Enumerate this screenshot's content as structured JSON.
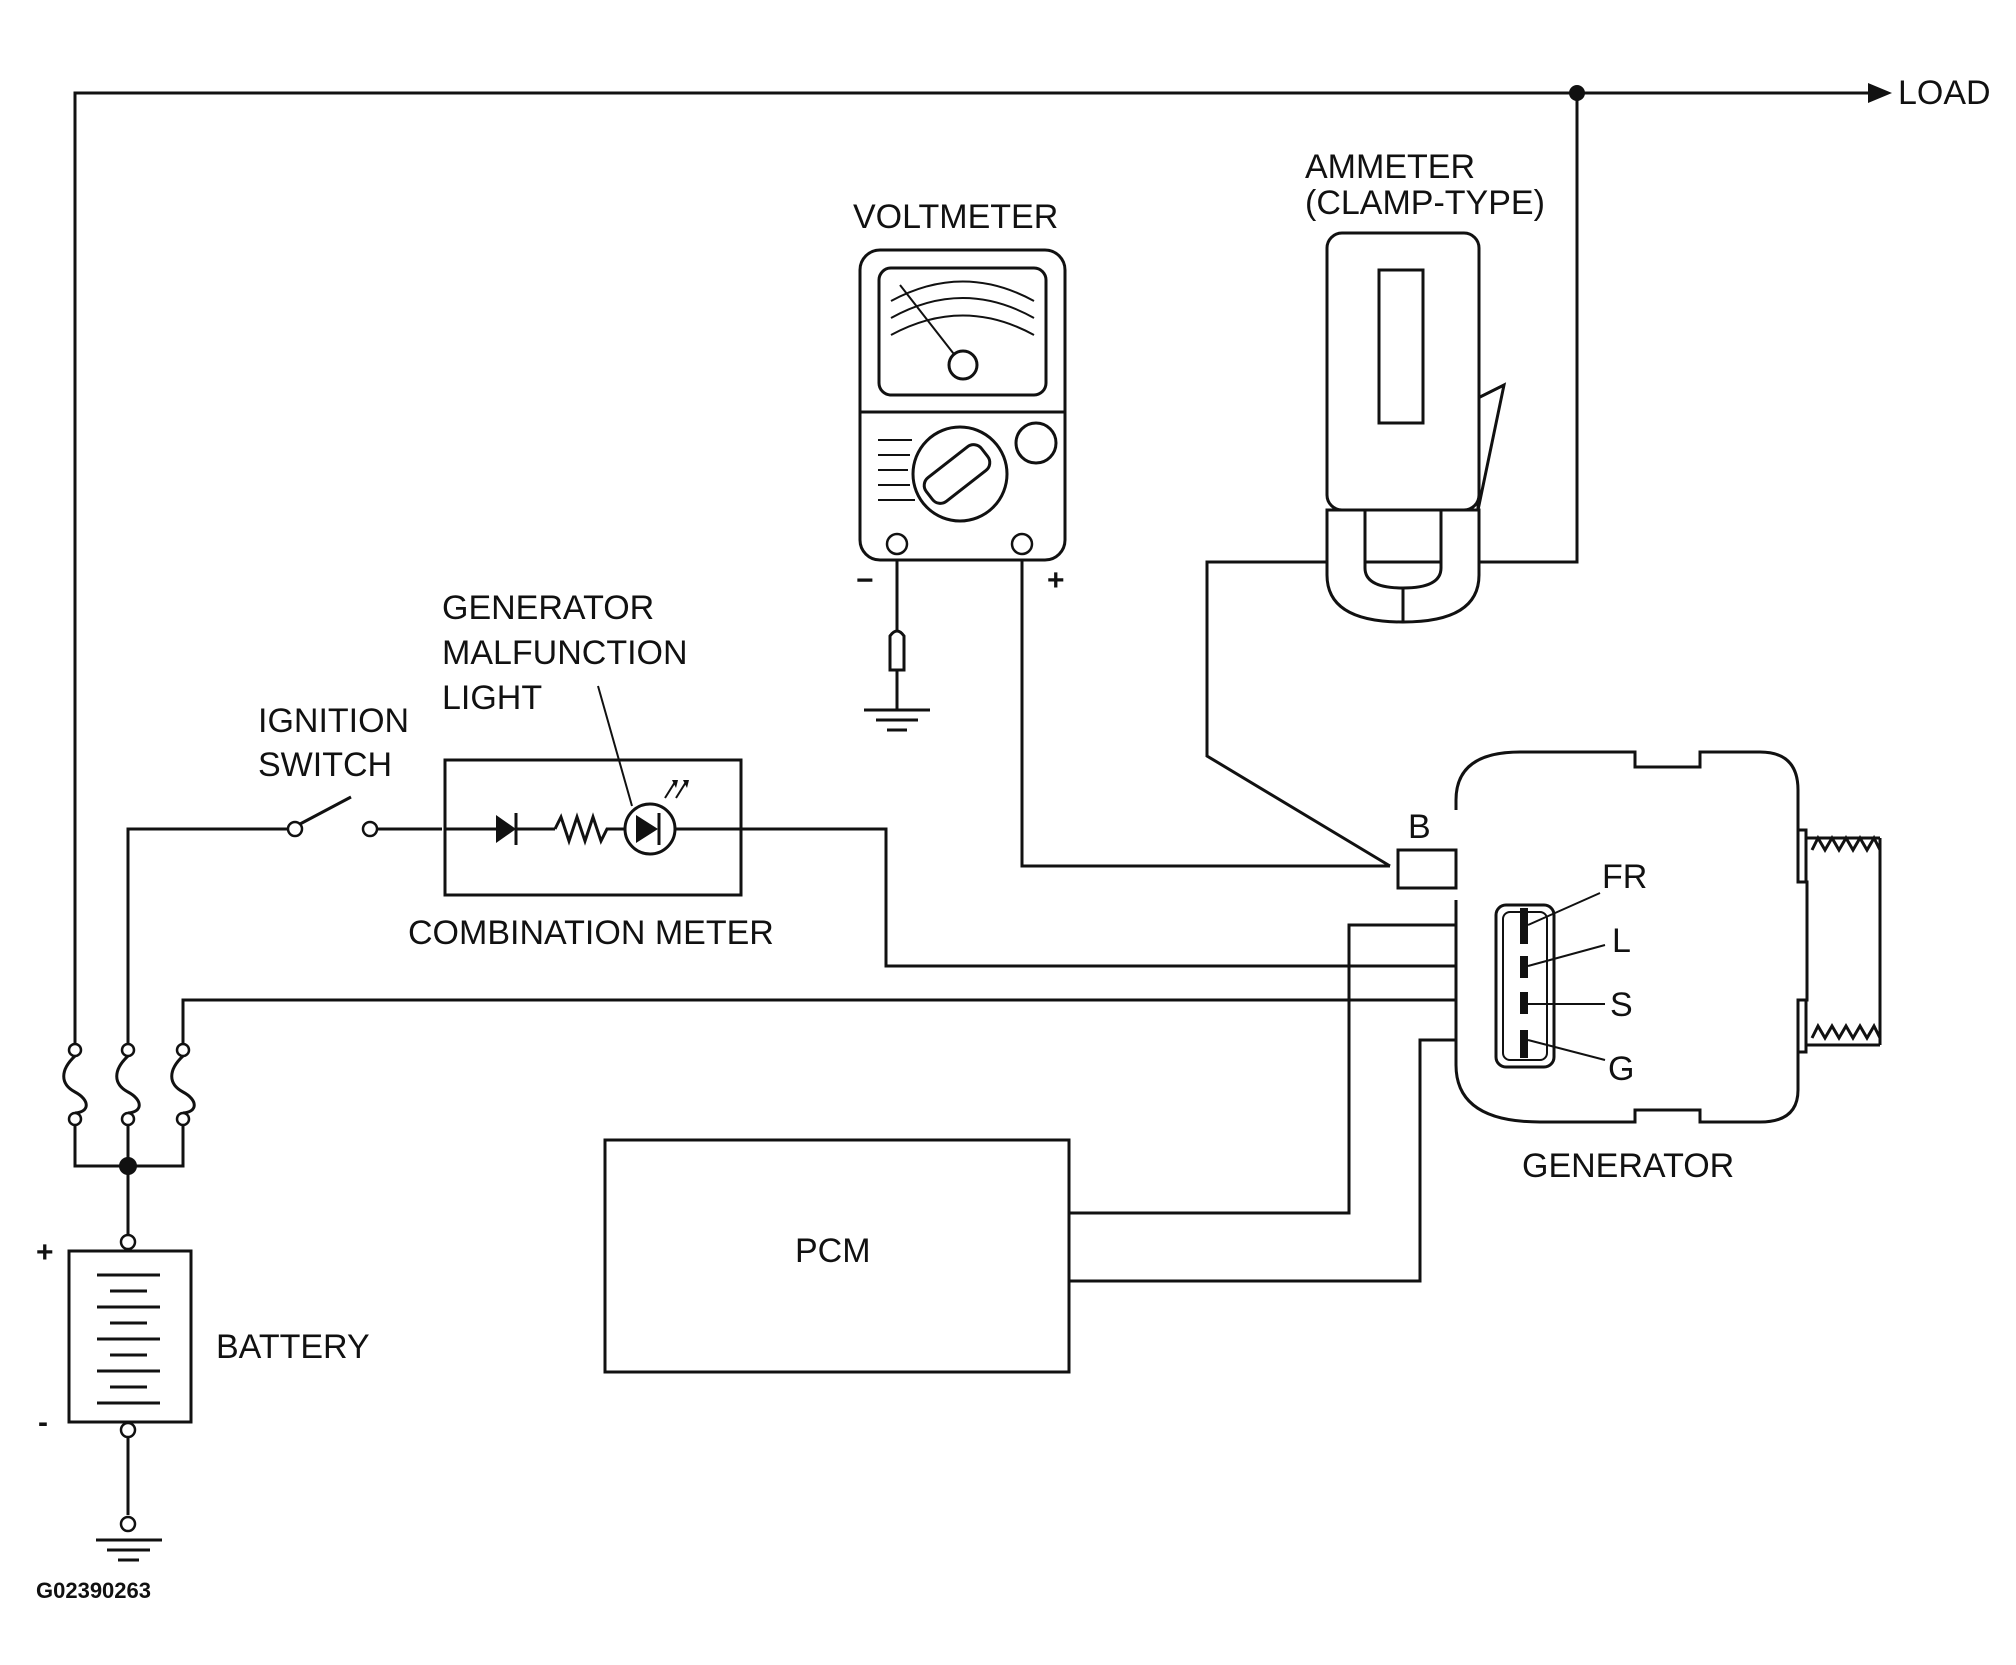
{
  "diagram": {
    "load_label": "LOAD",
    "ammeter_label_1": "AMMETER",
    "ammeter_label_2": "(CLAMP-TYPE)",
    "voltmeter_label": "VOLTMETER",
    "voltmeter_minus": "−",
    "voltmeter_plus": "+",
    "malfunction_label_1": "GENERATOR",
    "malfunction_label_2": "MALFUNCTION",
    "malfunction_label_3": "LIGHT",
    "ignition_label_1": "IGNITION",
    "ignition_label_2": "SWITCH",
    "combination_meter_label": "COMBINATION METER",
    "terminal_b": "B",
    "terminal_fr": "FR",
    "terminal_l": "L",
    "terminal_s": "S",
    "terminal_g": "G",
    "generator_label": "GENERATOR",
    "pcm_label": "PCM",
    "battery_label": "BATTERY",
    "battery_plus": "+",
    "battery_minus": "-",
    "figure_id": "G02390263"
  }
}
